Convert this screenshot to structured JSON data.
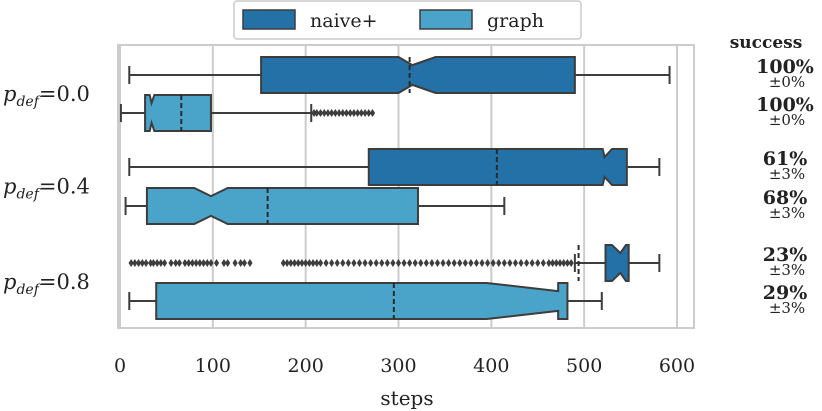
{
  "chart_data": {
    "type": "boxplot",
    "xlabel": "steps",
    "xlim": [
      0,
      620
    ],
    "xticks": [
      0,
      100,
      200,
      300,
      400,
      500,
      600
    ],
    "grid": "vertical",
    "legend_position": "top-center",
    "legend": [
      {
        "name": "naive+",
        "color": "#2471a8"
      },
      {
        "name": "graph",
        "color": "#4aa3c8"
      }
    ],
    "success_header": "success",
    "groups": [
      {
        "label_base": "p",
        "label_sub": "def",
        "label_tail": "=0.0",
        "boxes": [
          {
            "series": "naive+",
            "whisker_low": 10,
            "q1": 152,
            "median": 315,
            "mean": 312,
            "q3": 490,
            "whisker_high": 592,
            "notch_low": 300,
            "notch_high": 340,
            "outliers": [],
            "success_main": "100%",
            "success_err": "±0%"
          },
          {
            "series": "graph",
            "whisker_low": 1,
            "q1": 27,
            "median": 34,
            "mean": 66,
            "q3": 98,
            "whisker_high": 206,
            "notch_low": 32,
            "notch_high": 37,
            "outliers": [
              209,
              212,
              216,
              220,
              224,
              228,
              232,
              236,
              240,
              244,
              248,
              252,
              256,
              260,
              264,
              268,
              272
            ],
            "success_main": "100%",
            "success_err": "±0%"
          }
        ]
      },
      {
        "label_base": "p",
        "label_sub": "def",
        "label_tail": "=0.4",
        "boxes": [
          {
            "series": "naive+",
            "whisker_low": 10,
            "q1": 268,
            "median": 522,
            "mean": 406,
            "q3": 546,
            "whisker_high": 581,
            "notch_low": 520,
            "notch_high": 530,
            "outliers": [],
            "success_main": "61%",
            "success_err": "±3%"
          },
          {
            "series": "graph",
            "whisker_low": 6,
            "q1": 29,
            "median": 98,
            "mean": 159,
            "q3": 321,
            "whisker_high": 414,
            "notch_low": 80,
            "notch_high": 116,
            "outliers": [],
            "success_main": "68%",
            "success_err": "±3%"
          }
        ]
      },
      {
        "label_base": "p",
        "label_sub": "def",
        "label_tail": "=0.8",
        "boxes": [
          {
            "series": "naive+",
            "whisker_low": 490,
            "q1": 523,
            "median": 539,
            "mean": 494,
            "q3": 548,
            "whisker_high": 581,
            "notch_low": 530,
            "notch_high": 545,
            "outliers": [
              12,
              16,
              20,
              24,
              28,
              33,
              36,
              40,
              44,
              48,
              55,
              60,
              64,
              70,
              74,
              78,
              82,
              86,
              90,
              94,
              98,
              104,
              112,
              116,
              124,
              130,
              134,
              140,
              176,
              180,
              184,
              188,
              192,
              196,
              200,
              204,
              208,
              212,
              216,
              222,
              228,
              234,
              240,
              246,
              252,
              258,
              264,
              270,
              276,
              282,
              288,
              294,
              300,
              306,
              312,
              318,
              324,
              330,
              336,
              342,
              348,
              354,
              360,
              366,
              372,
              378,
              384,
              390,
              396,
              402,
              408,
              414,
              420,
              426,
              432,
              438,
              444,
              450,
              456,
              462,
              466,
              470,
              474,
              478,
              482,
              486
            ],
            "success_main": "23%",
            "success_err": "±3%"
          },
          {
            "series": "graph",
            "whisker_low": 10,
            "q1": 39,
            "median": 472,
            "mean": 295,
            "q3": 482,
            "whisker_high": 519,
            "notch_low": 395,
            "notch_high": 472,
            "outliers": [],
            "success_main": "29%",
            "success_err": "±3%"
          }
        ]
      }
    ]
  }
}
